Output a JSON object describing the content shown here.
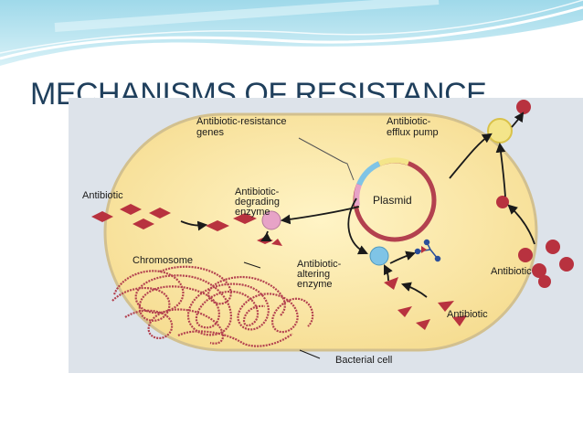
{
  "slide": {
    "title": "MECHANISMS OF RESISTANCE"
  },
  "diagram": {
    "labels": {
      "resistance_genes": [
        "Antibiotic-resistance",
        "genes"
      ],
      "efflux_pump": [
        "Antibiotic-",
        "efflux pump"
      ],
      "antibiotic_left": "Antibiotic",
      "degrading_enzyme": [
        "Antibiotic-",
        "degrading",
        "enzyme"
      ],
      "plasmid": "Plasmid",
      "chromosome": "Chromosome",
      "altering_enzyme": [
        "Antibiotic-",
        "altering",
        "enzyme"
      ],
      "antibiotic_right": "Antibiotic",
      "antibiotic_bottom": "Antibiotic",
      "bacterial_cell": "Bacterial cell"
    },
    "colors": {
      "cell_fill": "#fbe7a6",
      "cell_outline": "#d9c79a",
      "chromosome": "#b3414f",
      "plasmid": "#b3414f",
      "antibiotic": "#b8323f",
      "degrading_enzyme": "#e7a3c7",
      "altering_enzyme": "#7fc4e6",
      "efflux_pump": "#f4e58a",
      "background": "#dde3ea"
    }
  }
}
